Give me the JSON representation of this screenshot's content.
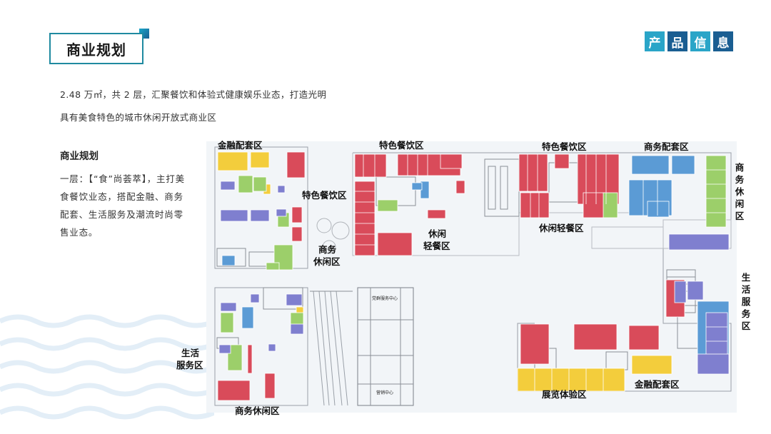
{
  "header": {
    "title": "商业规划",
    "info_tiles": [
      "产",
      "品",
      "信",
      "息"
    ]
  },
  "intro": {
    "line1": "2.48 万㎡，共 2 层，汇聚餐饮和体验式健康娱乐业态，打造光明",
    "line2": "具有美食特色的城市休闲开放式商业区"
  },
  "side": {
    "heading": "商业规划",
    "paragraph": "一层：【“食”尚荟萃】，主打美食餐饮业态，搭配金融、商务配套、生活服务及潮流时尚零售业态。"
  },
  "plan": {
    "zones": {
      "finance_top_left": "金融配套区",
      "dining_center_left": "特色餐饮区",
      "dining_top_mid": "特色餐饮区",
      "dining_top_right": "特色餐饮区",
      "business_support_top_right": "商务配套区",
      "business_leisure_right": "商务休闲区",
      "leisure_light_mid_a": "休闲",
      "leisure_light_mid_b": "轻餐区",
      "leisure_light_right": "休闲轻餐区",
      "business_leisure_center_a": "商务",
      "business_leisure_center_b": "休闲区",
      "life_service_right": "生活服务区",
      "life_service_left_a": "生活",
      "life_service_left_b": "服务区",
      "business_leisure_bottom": "商务休闲区",
      "exhibition": "展览体验区",
      "finance_bottom_right": "金融配套区"
    },
    "building_labels": {
      "party_service": "党群服务中心",
      "sales_center": "营销中心"
    }
  },
  "colors": {
    "accent": "#1f8aa0",
    "tile_dark": "#1a5e92",
    "tile_light": "#2aa5c8",
    "dining_red": "#d94b5a",
    "finance_yellow": "#f3cd3c",
    "service_blue": "#5b9bd5",
    "leisure_green": "#9ccf6a",
    "business_purple": "#7f7fcf"
  }
}
